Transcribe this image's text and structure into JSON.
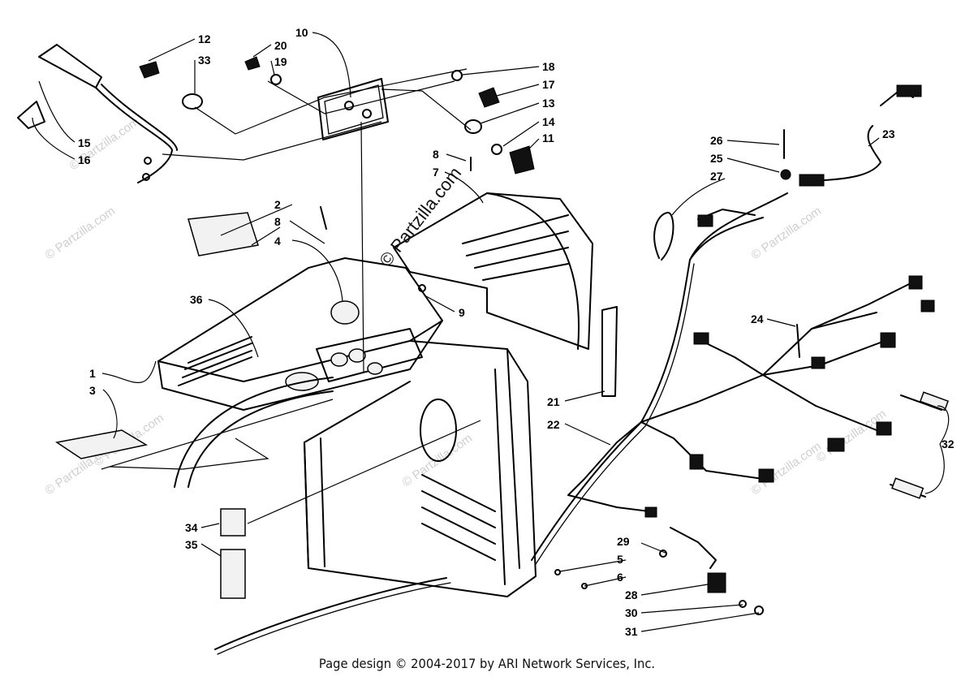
{
  "watermarks": {
    "main": "© Partzilla.com",
    "faint": "© Partzilla.com"
  },
  "footer": {
    "copyright": "Page design © 2004-2017 by ARI Network Services, Inc."
  },
  "callouts": {
    "c1": "1",
    "c2": "2",
    "c3": "3",
    "c4": "4",
    "c5": "5",
    "c6": "6",
    "c7": "7",
    "c8a": "8",
    "c8b": "8",
    "c9": "9",
    "c10": "10",
    "c11": "11",
    "c12": "12",
    "c13": "13",
    "c14": "14",
    "c15": "15",
    "c16": "16",
    "c17": "17",
    "c18": "18",
    "c19": "19",
    "c20": "20",
    "c21": "21",
    "c22": "22",
    "c23": "23",
    "c24": "24",
    "c25": "25",
    "c26": "26",
    "c27": "27",
    "c28": "28",
    "c29": "29",
    "c30": "30",
    "c31": "31",
    "c32": "32",
    "c33": "33",
    "c34": "34",
    "c35": "35",
    "c36": "36"
  }
}
